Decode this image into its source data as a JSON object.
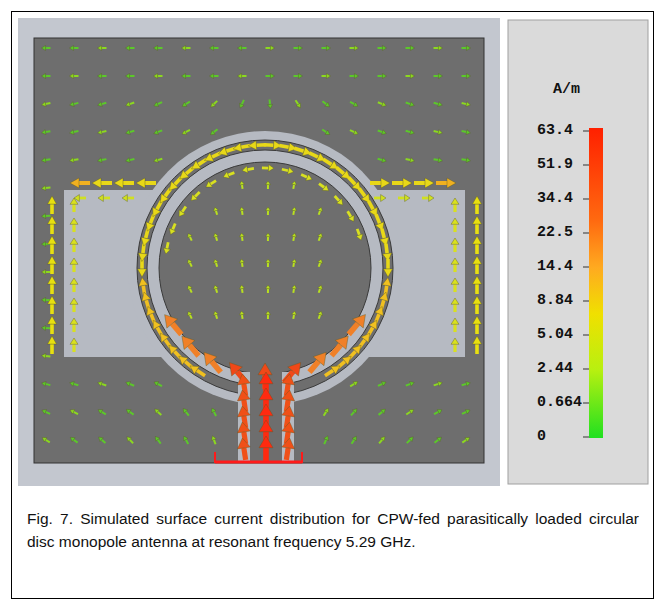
{
  "diagram": {
    "caption": "Fig. 7. Simulated surface current distribution for CPW-fed parasitically loaded circular disc monopole antenna at resonant frequency 5.29 GHz.",
    "labels": [
      "A/m",
      "63.4",
      "51.9",
      "34.4",
      "22.5",
      "14.4",
      "8.84",
      "5.04",
      "2.44",
      "0.664",
      "0"
    ]
  }
}
